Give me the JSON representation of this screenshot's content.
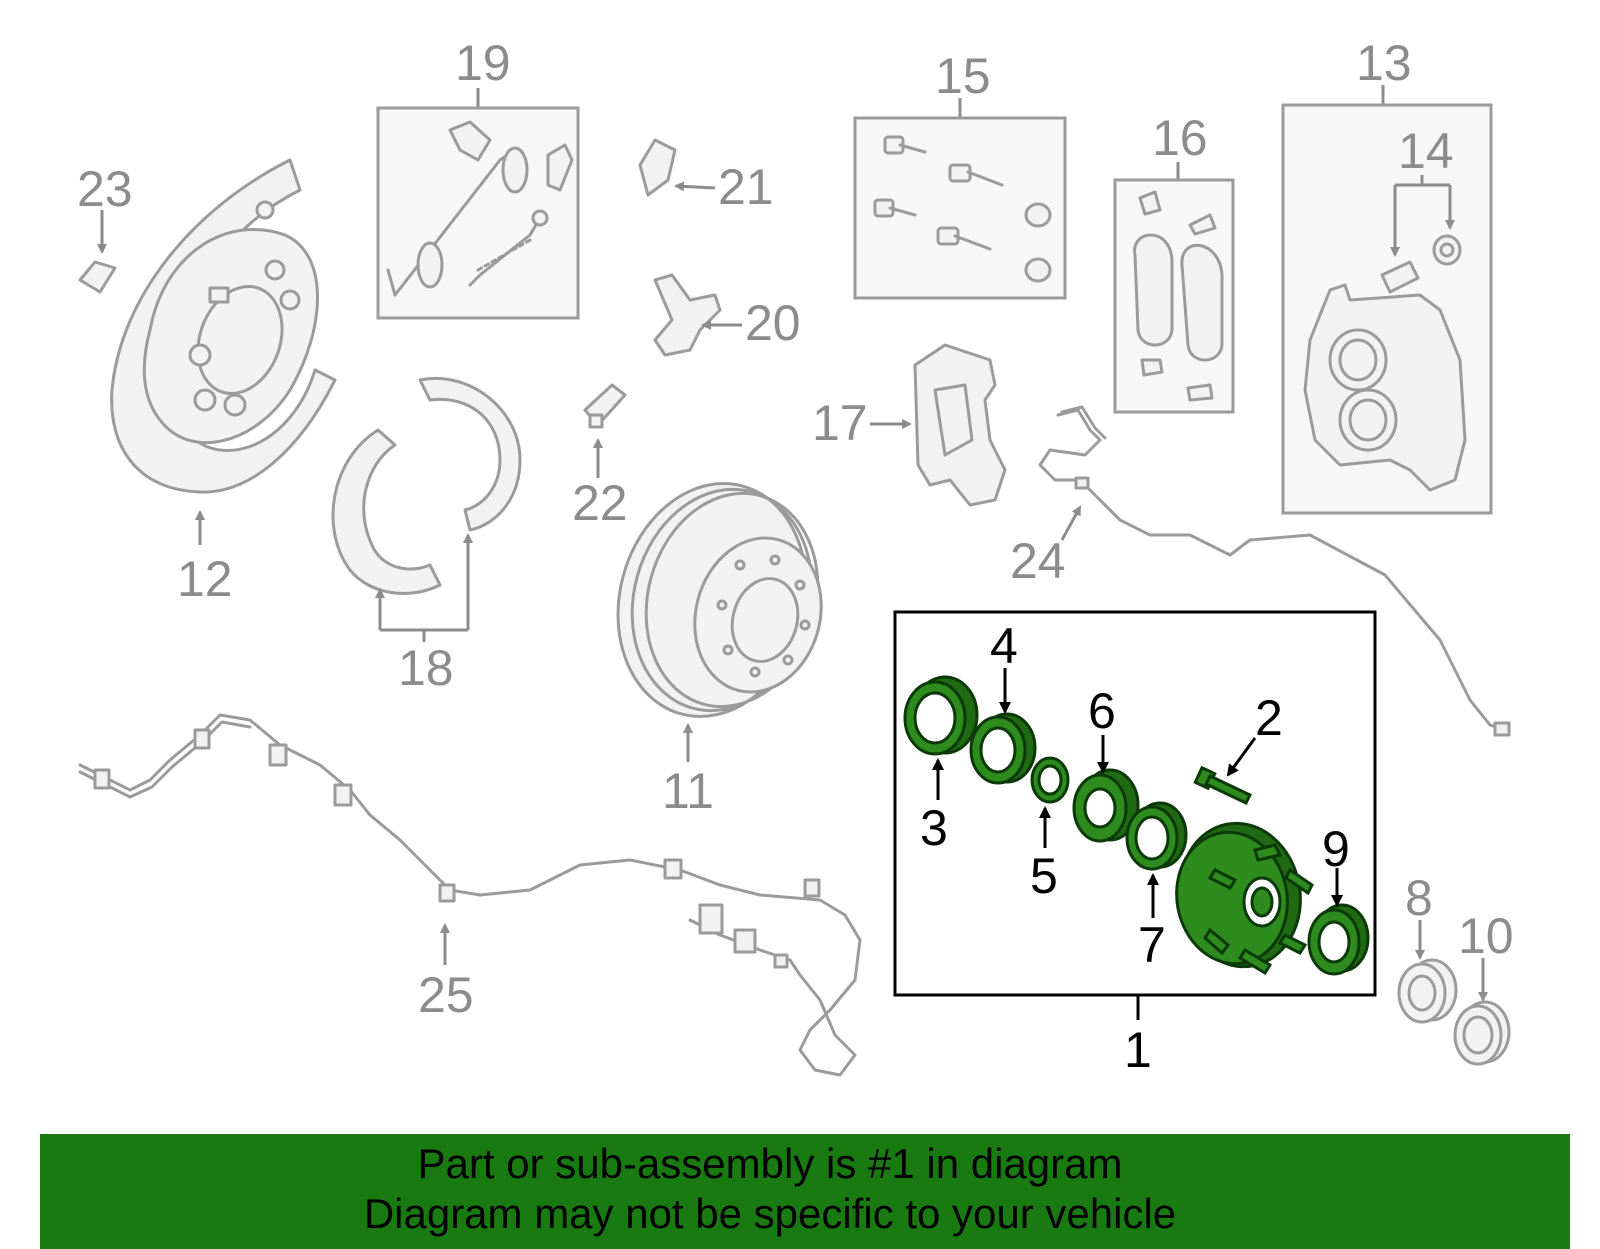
{
  "callouts": {
    "c1": "1",
    "c2": "2",
    "c3": "3",
    "c4": "4",
    "c5": "5",
    "c6": "6",
    "c7": "7",
    "c8": "8",
    "c9": "9",
    "c10": "10",
    "c11": "11",
    "c12": "12",
    "c13": "13",
    "c14": "14",
    "c15": "15",
    "c16": "16",
    "c17": "17",
    "c18": "18",
    "c19": "19",
    "c20": "20",
    "c21": "21",
    "c22": "22",
    "c23": "23",
    "c24": "24",
    "c25": "25"
  },
  "banner": {
    "line1": "Part or sub-assembly is #1 in diagram",
    "line2": "Diagram may not be specific to your vehicle"
  },
  "colors": {
    "highlight_green": "#2e8b1e",
    "banner_green": "#1a7a12",
    "part_grey": "#9b9b9b"
  }
}
